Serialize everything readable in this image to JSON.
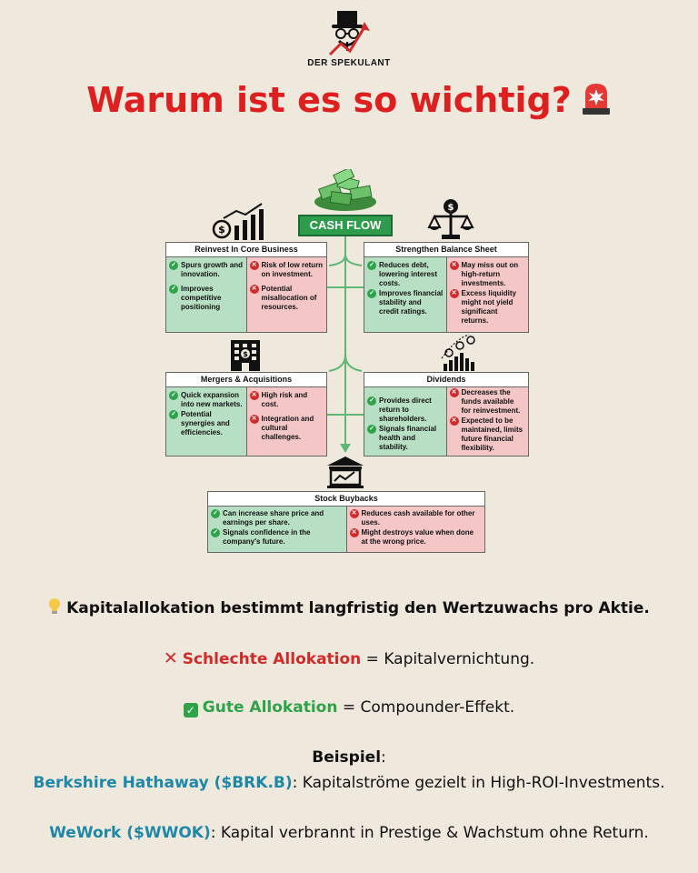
{
  "brand": {
    "name": "DER SPEKULANT"
  },
  "title": "Warum ist es so wichtig?",
  "diagram": {
    "center_label": "CASH FLOW",
    "boxes": {
      "reinvest": {
        "title": "Reinvest In Core Business",
        "pros": [
          "Spurs growth and innovation.",
          "Improves competitive positioning"
        ],
        "cons": [
          "Risk of low return on investment.",
          "Potential misallocation of resources."
        ]
      },
      "balance": {
        "title": "Strengthen Balance Sheet",
        "pros": [
          "Reduces debt, lowering interest costs.",
          "Improves financial stability and credit ratings."
        ],
        "cons": [
          "May miss out on high-return investments.",
          "Excess liquidity might not yield significant returns."
        ]
      },
      "mergers": {
        "title": "Mergers & Acquisitions",
        "pros": [
          "Quick expansion into new markets.",
          "Potential synergies and efficiencies."
        ],
        "cons": [
          "High risk and cost.",
          "Integration and cultural challenges."
        ]
      },
      "dividends": {
        "title": "Dividends",
        "pros": [
          "Provides direct return to shareholders.",
          "Signals financial health and stability."
        ],
        "cons": [
          "Decreases the funds available for reinvestment.",
          "Expected to be maintained, limits future financial flexibility."
        ]
      },
      "buybacks": {
        "title": "Stock Buybacks",
        "pros": [
          "Can increase share price and earnings per share.",
          "Signals confidence in the company's future."
        ],
        "cons": [
          "Reduces cash available for other uses.",
          "Might destroys value when done at the wrong price."
        ]
      }
    }
  },
  "text": {
    "headline": "Kapitalallokation bestimmt langfristig den Wertzuwachs pro Aktie.",
    "bad_label": "Schlechte Allokation",
    "bad_rest": " = Kapitalvernichtung.",
    "good_label": "Gute Allokation",
    "good_rest": " = Compounder-Effekt.",
    "example_label": "Beispiel",
    "example_colon": ":",
    "brk_label": "Berkshire Hathaway ($BRK.B)",
    "brk_rest": ": Kapitalströme gezielt in High-ROI-Investments.",
    "wework_label": "WeWork ($WWOK)",
    "wework_rest": ": Kapital verbrannt in Prestige & Wachstum ohne Return."
  },
  "colors": {
    "title_red": "#dd1f1f",
    "bad_red": "#d12a2a",
    "good_green": "#2ea34a",
    "link_teal": "#1e88a8",
    "bg": "#efe8dc"
  }
}
